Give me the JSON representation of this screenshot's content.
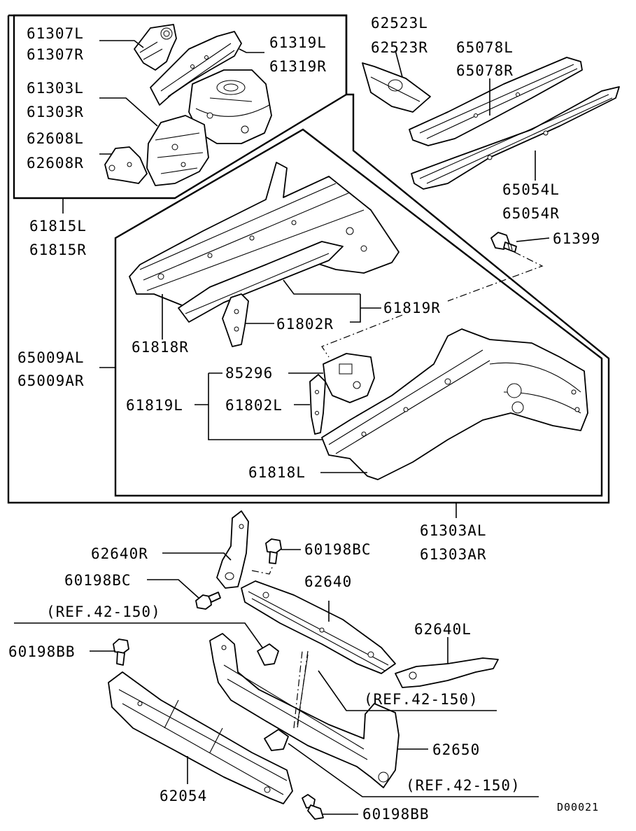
{
  "labels": {
    "p61307L": "61307L",
    "p61307R": "61307R",
    "p61319L": "61319L",
    "p61319R": "61319R",
    "p61303L": "61303L",
    "p61303R": "61303R",
    "p62608L": "62608L",
    "p62608R": "62608R",
    "p61815L": "61815L",
    "p61815R": "61815R",
    "p62523L": "62523L",
    "p62523R": "62523R",
    "p65078L": "65078L",
    "p65078R": "65078R",
    "p65054L": "65054L",
    "p65054R": "65054R",
    "p61399": "61399",
    "p61819R": "61819R",
    "p61802R": "61802R",
    "p61818R": "61818R",
    "p65009AL": "65009AL",
    "p65009AR": "65009AR",
    "p85296": "85296",
    "p61819L": "61819L",
    "p61802L": "61802L",
    "p61818L": "61818L",
    "p61303AL": "61303AL",
    "p61303AR": "61303AR",
    "p62640R": "62640R",
    "p60198BC_top": "60198BC",
    "p60198BC_left": "60198BC",
    "p62640": "62640",
    "ref1": "(REF.42-150)",
    "p62640L": "62640L",
    "p60198BB_left": "60198BB",
    "ref2": "(REF.42-150)",
    "p62650": "62650",
    "ref3": "(REF.42-150)",
    "p62054": "62054",
    "p60198BB_bottom": "60198BB"
  },
  "diagram_id": "D00021"
}
